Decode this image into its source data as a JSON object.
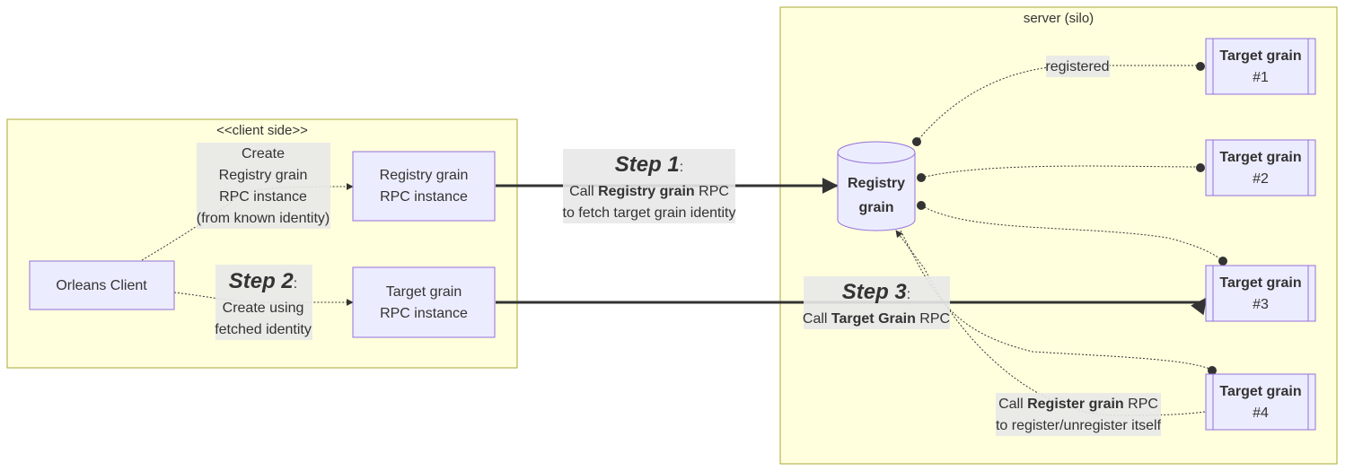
{
  "clusters": {
    "client": "<<client side>>",
    "server": "server (silo)"
  },
  "nodes": {
    "orleans_client": "Orleans Client",
    "registry_rpc": [
      "Registry grain",
      "RPC instance"
    ],
    "target_rpc": [
      "Target grain",
      "RPC instance"
    ],
    "registry_grain": [
      "Registry",
      "grain"
    ],
    "targets": [
      [
        "Target grain",
        "#1"
      ],
      [
        "Target grain",
        "#2"
      ],
      [
        "Target grain",
        "#3"
      ],
      [
        "Target grain",
        "#4"
      ]
    ]
  },
  "edges": {
    "create_registry": [
      "Create",
      "Registry grain",
      "RPC instance",
      "(from known identity)"
    ],
    "step2": {
      "title": "Step 2",
      "colon": ":",
      "lines": [
        "Create using",
        "fetched identity"
      ]
    },
    "step1": {
      "title": "Step 1",
      "colon": ":",
      "line1_pre": "Call ",
      "line1_bold": "Registry grain",
      "line1_post": " RPC",
      "line2": "to fetch target grain identity"
    },
    "step3": {
      "title": "Step 3",
      "colon": ":",
      "line1_pre": "Call ",
      "line1_bold": "Target Grain",
      "line1_post": " RPC"
    },
    "registered": "registered",
    "register": {
      "line1_pre": "Call ",
      "line1_bold": "Register grain",
      "line1_post": " RPC",
      "line2": "to register/unregister itself"
    }
  }
}
